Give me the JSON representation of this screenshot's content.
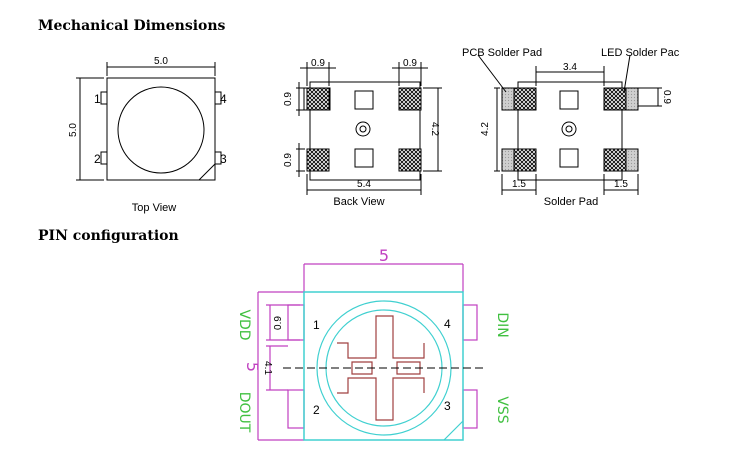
{
  "sections": {
    "mechanical_title": "Mechanical Dimensions",
    "pin_title": "PIN configuration"
  },
  "top_view": {
    "caption": "Top View",
    "width_label": "5.0",
    "height_label": "5.0",
    "pins": [
      "1",
      "2",
      "3",
      "4"
    ]
  },
  "back_view": {
    "caption": "Back View",
    "pad_top_left": "0.9",
    "pad_top_right": "0.9",
    "pad_side_upper": "0.9",
    "pad_side_lower": "0.9",
    "height_label": "4.2",
    "width_label": "5.4"
  },
  "solder_pad": {
    "caption": "Solder Pad",
    "pcb_label": "PCB Solder Pad",
    "led_label": "LED Solder Pac",
    "span_label": "3.4",
    "height_label": "4.2",
    "side_label": "0.9",
    "left_width": "1.5",
    "right_width": "1.5"
  },
  "pin_config": {
    "width_label": "5",
    "height_label": "5",
    "dim_09": "0.9",
    "dim_41": "4.1",
    "pins": [
      "1",
      "2",
      "3",
      "4"
    ],
    "signals": {
      "vdd": "VDD",
      "dout": "DOUT",
      "din": "DIN",
      "vss": "VSS"
    },
    "colors": {
      "outline_magenta": "#c040c0",
      "body_cyan": "#40d0d0",
      "signal_green": "#40c040",
      "trace_brown": "#a04040"
    }
  }
}
